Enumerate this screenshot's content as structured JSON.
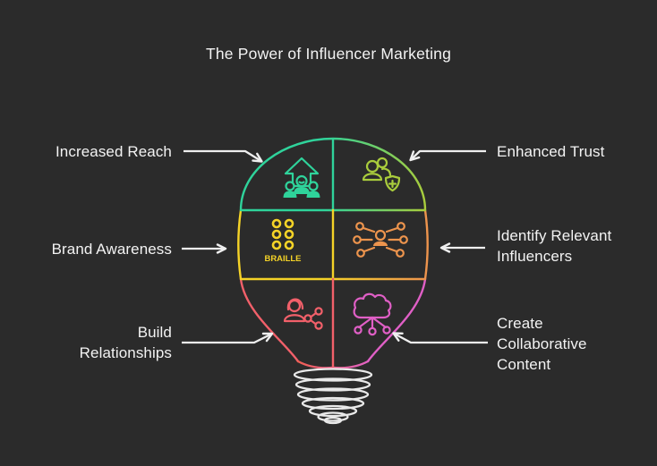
{
  "title": "The Power of Influencer Marketing",
  "colors": {
    "background": "#2b2b2b",
    "text": "#f3f3f3",
    "arrow": "#efefef",
    "bulb_base": "#e9e9e9",
    "teal_green": "#2fd39b",
    "yellow_green": "#a9cc3c",
    "yellow": "#f5d327",
    "orange": "#ed944d",
    "salmon_red": "#f2606a",
    "pink_magenta": "#e05fc6"
  },
  "labels": {
    "increased_reach": "Increased Reach",
    "enhanced_trust": "Enhanced Trust",
    "brand_awareness": "Brand Awareness",
    "identify_influencers": "Identify Relevant\nInfluencers",
    "build_relationships": "Build\nRelationships",
    "create_content": "Create\nCollaborative\nContent"
  },
  "icons": {
    "top_left": "audience-growth-icon",
    "top_right": "user-shield-trust-icon",
    "middle_left": "braille-dots-icon",
    "middle_right": "influencer-network-icon",
    "bottom_left": "person-share-icon",
    "bottom_right": "cloud-nodes-icon"
  },
  "braille_text": "BRAILLE"
}
